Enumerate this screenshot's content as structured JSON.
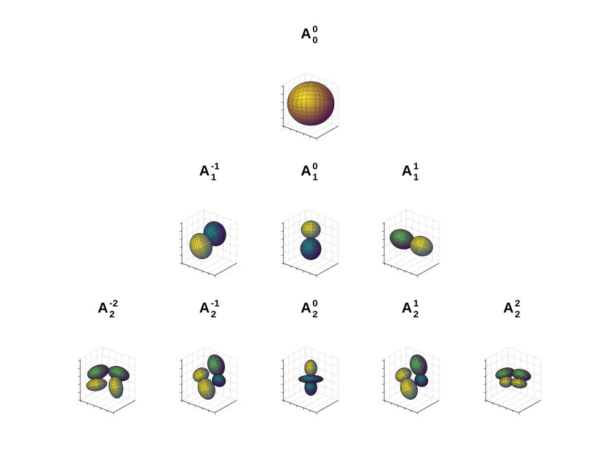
{
  "figure": {
    "panels": [
      {
        "id": "A00",
        "base": "A",
        "sub": "0",
        "sup": "0",
        "shape": "sphere"
      },
      {
        "id": "A1m1",
        "base": "A",
        "sub": "1",
        "sup": "-1",
        "shape": "dumbbell-x"
      },
      {
        "id": "A10",
        "base": "A",
        "sub": "1",
        "sup": "0",
        "shape": "dumbbell-z"
      },
      {
        "id": "A11",
        "base": "A",
        "sub": "1",
        "sup": "1",
        "shape": "dumbbell-y"
      },
      {
        "id": "A2m2",
        "base": "A",
        "sub": "2",
        "sup": "-2",
        "shape": "clover"
      },
      {
        "id": "A2m1",
        "base": "A",
        "sub": "2",
        "sup": "-1",
        "shape": "clover-tilted"
      },
      {
        "id": "A20",
        "base": "A",
        "sub": "2",
        "sup": "0",
        "shape": "dz2"
      },
      {
        "id": "A21",
        "base": "A",
        "sub": "2",
        "sup": "1",
        "shape": "clover-tilted"
      },
      {
        "id": "A22",
        "base": "A",
        "sub": "2",
        "sup": "2",
        "shape": "clover-flat"
      }
    ],
    "colormap": [
      "#440154",
      "#3b528b",
      "#21918c",
      "#5ec962",
      "#fde725"
    ]
  }
}
